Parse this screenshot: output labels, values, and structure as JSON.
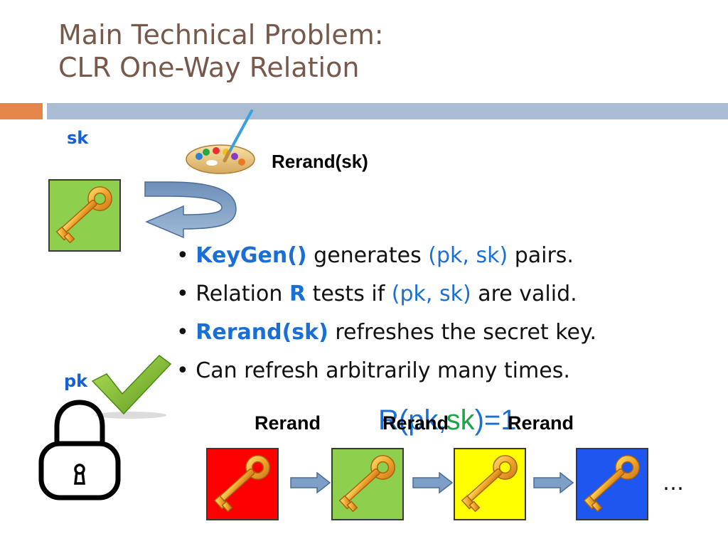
{
  "slide": {
    "title_line1": "Main Technical Problem:",
    "title_line2": "CLR One-Way Relation"
  },
  "labels": {
    "sk": "sk",
    "pk": "pk",
    "rerand_top": "Rerand(sk)"
  },
  "bullets": [
    {
      "marker": "•",
      "parts": [
        {
          "text": "KeyGen()",
          "style": "bold-blue"
        },
        {
          "text": " generates ",
          "style": "plain"
        },
        {
          "text": "(pk, sk)",
          "style": "blue"
        },
        {
          "text": " pairs.",
          "style": "plain"
        }
      ]
    },
    {
      "marker": "•",
      "parts": [
        {
          "text": "Relation ",
          "style": "plain"
        },
        {
          "text": "R",
          "style": "bold-blue"
        },
        {
          "text": " tests if ",
          "style": "plain"
        },
        {
          "text": "(pk, sk)",
          "style": "blue"
        },
        {
          "text": " are valid.",
          "style": "plain"
        }
      ]
    },
    {
      "marker": "•",
      "parts": [
        {
          "text": "Rerand(sk)",
          "style": "bold-blue"
        },
        {
          "text": " refreshes the secret key.",
          "style": "plain"
        }
      ]
    },
    {
      "marker": "•",
      "parts": [
        {
          "text": "Can refresh arbitrarily many times.",
          "style": "plain"
        }
      ]
    }
  ],
  "chain": {
    "rerand_labels": [
      "Rerand",
      "Rerand",
      "Rerand"
    ],
    "relation_text": {
      "prefix": "R(pk,",
      "sk": "sk",
      "suffix": ")=1"
    },
    "ellipsis": "…",
    "key_colors": [
      "#ff0000",
      "#8ecf4e",
      "#ffff00",
      "#1e56f0"
    ]
  },
  "colors": {
    "title": "#76594a",
    "accent_orange": "#e4864a",
    "accent_blue_bar": "#a9bcd3",
    "highlight_blue": "#1a6fd6",
    "highlight_green": "#1fa34a",
    "sk_box_fill": "#8ecf4e"
  },
  "icons": [
    "paint-palette-icon",
    "curved-arrow-icon",
    "golden-key-icon",
    "padlock-icon",
    "checkmark-icon",
    "right-arrow-icon"
  ]
}
